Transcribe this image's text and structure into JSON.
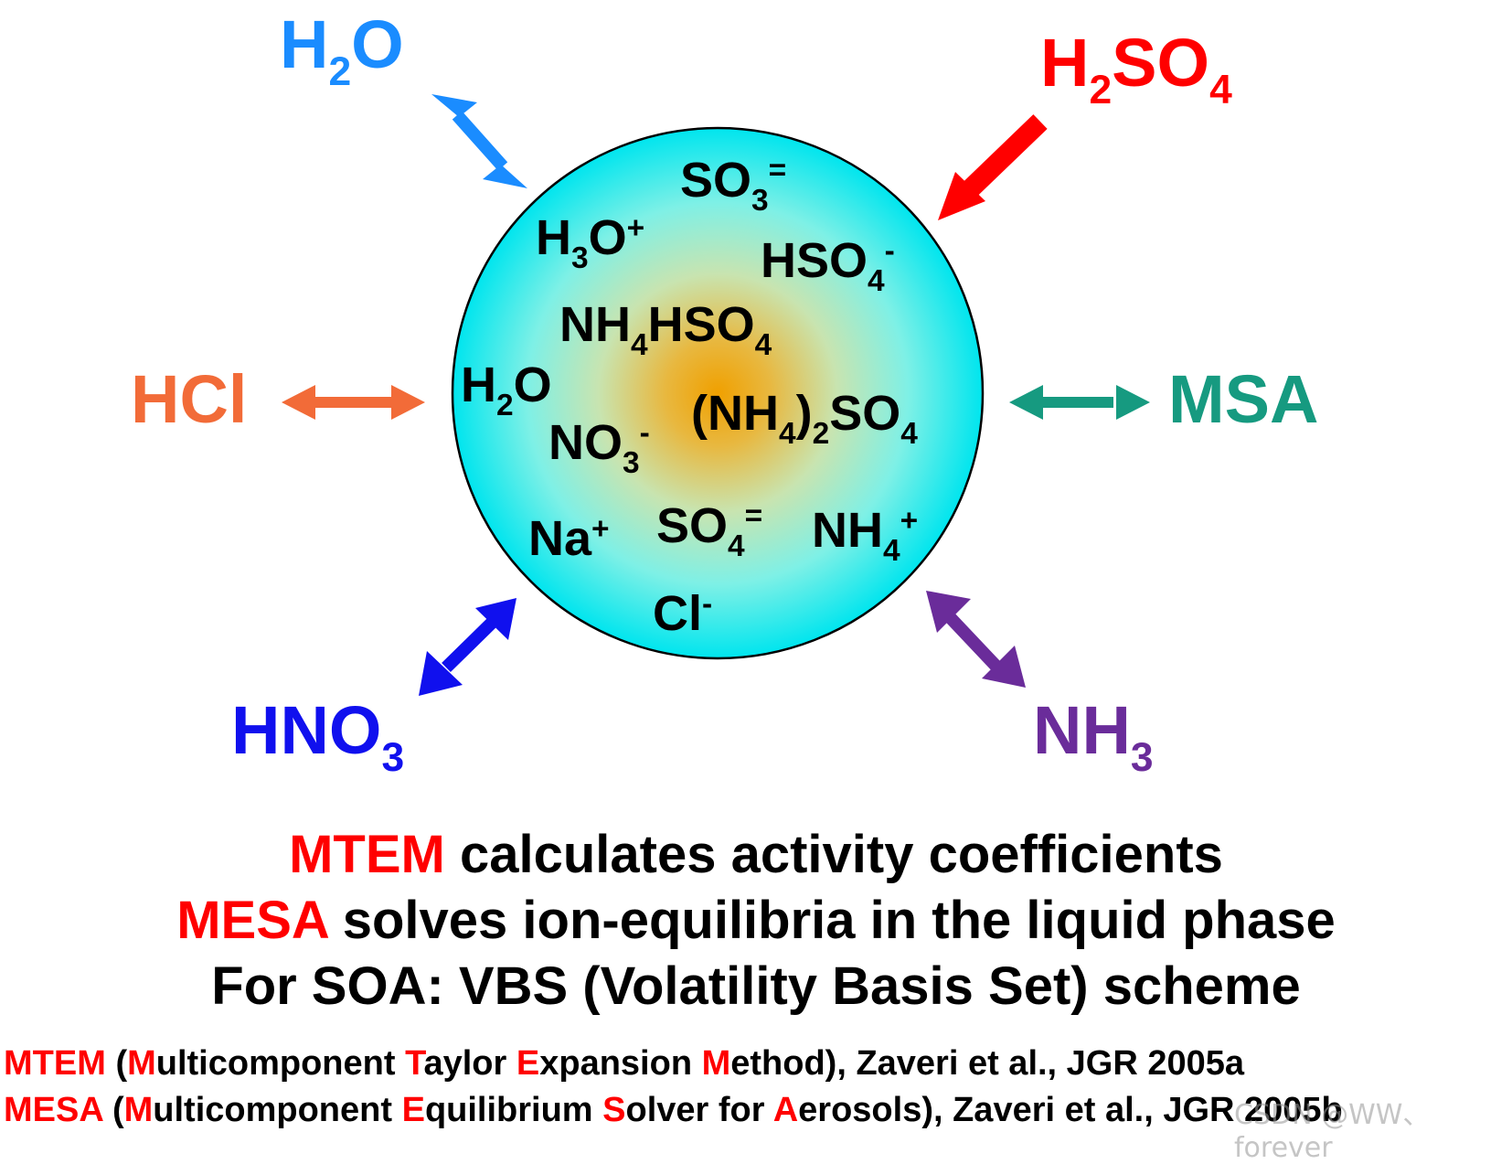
{
  "colors": {
    "h2o": "#1a8cff",
    "h2so4": "#ff0000",
    "hcl": "#f26b38",
    "msa": "#169a80",
    "hno3": "#1010ee",
    "nh3": "#6a2c9a",
    "particle_edge": "#00e5ee",
    "particle_center": "#f0a000",
    "highlight": "#ff0000"
  },
  "gas_species": {
    "h2o": {
      "base": "H",
      "sub": "2",
      "tail": "O"
    },
    "h2so4": {
      "base": "H",
      "sub1": "2",
      "mid": "SO",
      "sub2": "4"
    },
    "hcl": {
      "base": "HCl"
    },
    "msa": {
      "base": "MSA"
    },
    "hno3": {
      "base": "HNO",
      "sub": "3"
    },
    "nh3": {
      "base": "NH",
      "sub": "3"
    }
  },
  "particle_species": {
    "so3": {
      "base": "SO",
      "sub": "3",
      "sup": "="
    },
    "h3o": {
      "base": "H",
      "sub": "3",
      "tail": "O",
      "sup": "+"
    },
    "hso4": {
      "base": "HSO",
      "sub": "4",
      "sup": "-"
    },
    "nh4hso4": {
      "base": "NH",
      "sub1": "4",
      "mid": "HSO",
      "sub2": "4"
    },
    "h2o": {
      "base": "H",
      "sub": "2",
      "tail": "O"
    },
    "no3": {
      "base": "NO",
      "sub": "3",
      "sup": "-"
    },
    "nh4_2so4": {
      "open": "(NH",
      "sub1": "4",
      "close": ")",
      "sub2": "2",
      "mid": "SO",
      "sub3": "4"
    },
    "na": {
      "base": "Na",
      "sup": "+"
    },
    "so4": {
      "base": "SO",
      "sub": "4",
      "sup": "="
    },
    "nh4": {
      "base": "NH",
      "sub": "4",
      "sup": "+"
    },
    "cl": {
      "base": "Cl",
      "sup": "-"
    }
  },
  "caption": {
    "line1_key": "MTEM",
    "line1_rest": " calculates activity coefficients",
    "line2_key": "MESA",
    "line2_rest": " solves ion-equilibria in the liquid phase",
    "line3": "For SOA: VBS (Volatility Basis Set) scheme"
  },
  "references": {
    "mtem": {
      "acronym": "MTEM",
      "parts": [
        "(",
        "M",
        "ulticomponent ",
        "T",
        "aylor ",
        "E",
        "xpansion ",
        "M",
        "ethod), Zaveri et al., JGR 2005a"
      ]
    },
    "mesa": {
      "acronym": "MESA",
      "parts": [
        "(",
        "M",
        "ulticomponent ",
        "E",
        "quilibrium ",
        "S",
        "olver for ",
        "A",
        "erosols), Zaveri et al., JGR 2005b"
      ]
    }
  },
  "watermark": "CSDN @WW、forever"
}
